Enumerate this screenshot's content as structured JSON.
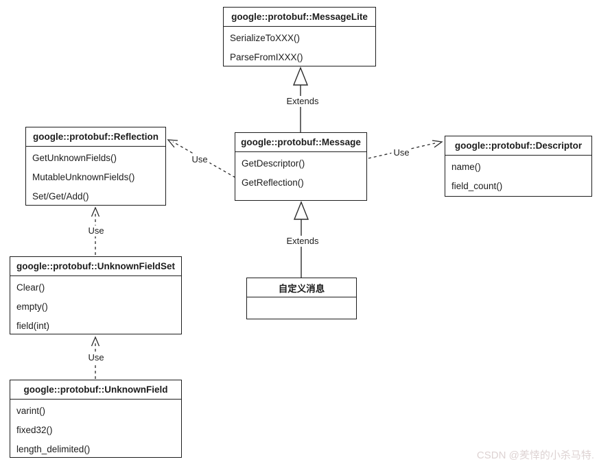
{
  "diagram": {
    "classes": {
      "messagelite": {
        "name": "google::protobuf::MessageLite",
        "methods": [
          "SerializeToXXX()",
          "ParseFromIXXX()"
        ]
      },
      "message": {
        "name": "google::protobuf::Message",
        "methods": [
          "GetDescriptor()",
          "GetReflection()"
        ]
      },
      "reflection": {
        "name": "google::protobuf::Reflection",
        "methods": [
          "GetUnknownFields()",
          "MutableUnknownFields()",
          "Set/Get/Add()"
        ]
      },
      "descriptor": {
        "name": "google::protobuf::Descriptor",
        "methods": [
          "name()",
          "field_count()"
        ]
      },
      "unknownfieldset": {
        "name": "google::protobuf::UnknownFieldSet",
        "methods": [
          "Clear()",
          "empty()",
          "field(int)"
        ]
      },
      "unknownfield": {
        "name": "google::protobuf::UnknownField",
        "methods": [
          "varint()",
          "fixed32()",
          "length_delimited()"
        ]
      },
      "custom": {
        "name": "自定义消息",
        "methods": []
      }
    },
    "edges": {
      "extends_message_to_messagelite": {
        "label": "Extends"
      },
      "extends_custom_to_message": {
        "label": "Extends"
      },
      "use_message_to_reflection": {
        "label": "Use"
      },
      "use_message_to_descriptor": {
        "label": "Use"
      },
      "use_unknownfieldset_to_reflection": {
        "label": "Use"
      },
      "use_unknownfield_to_unknownfieldset": {
        "label": "Use"
      }
    },
    "colors": {
      "line": "#2a2a2a",
      "text": "#1c1c1c",
      "background": "#ffffff",
      "watermark": "#ddd2d2"
    }
  },
  "watermark": "CSDN @羑悻的小杀马特."
}
